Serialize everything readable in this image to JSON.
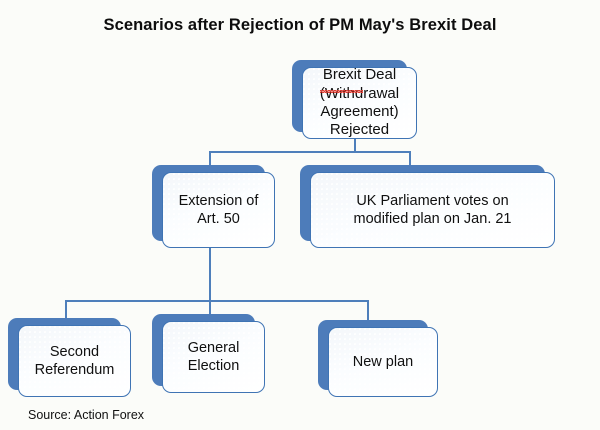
{
  "chart_data": {
    "type": "diagram",
    "title": "Scenarios after Rejection of PM May's Brexit Deal",
    "source": "Source: Action Forex",
    "nodes": [
      {
        "id": "root",
        "label": "Brexit Deal\n(Withdrawal\nAgreement)\nRejected"
      },
      {
        "id": "extension",
        "label": "Extension of\nArt. 50"
      },
      {
        "id": "vote",
        "label": "UK Parliament votes on\nmodified plan on Jan. 21"
      },
      {
        "id": "referendum",
        "label": "Second\nReferendum"
      },
      {
        "id": "election",
        "label": "General\nElection"
      },
      {
        "id": "newplan",
        "label": "New plan"
      }
    ],
    "edges": [
      {
        "from": "root",
        "to": "extension"
      },
      {
        "from": "root",
        "to": "vote"
      },
      {
        "from": "extension",
        "to": "referendum"
      },
      {
        "from": "extension",
        "to": "election"
      },
      {
        "from": "extension",
        "to": "newplan"
      }
    ],
    "colors": {
      "background": "#fbfcf9",
      "shadow": "#4d7cba",
      "border": "#3f74b4",
      "connector": "#4e7fbb",
      "card_fill": "#fbfdff",
      "text": "#101010",
      "spellcheck_underline": "#e03a2f"
    }
  }
}
